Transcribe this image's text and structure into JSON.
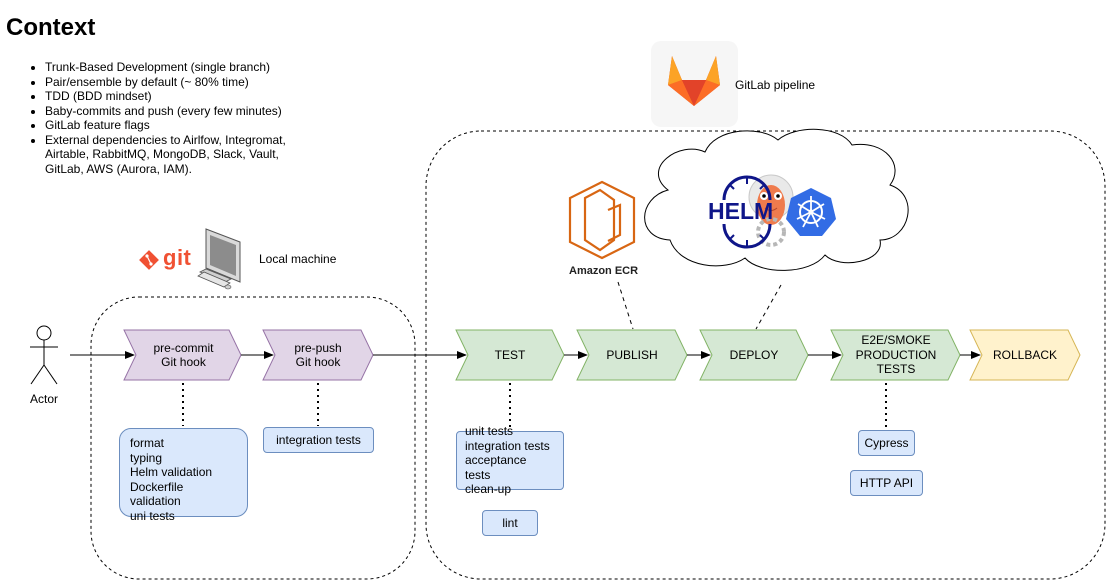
{
  "title": "Context",
  "context_items": [
    "Trunk-Based Development (single branch)",
    "Pair/ensemble by default (~ 80% time)",
    "TDD (BDD mindset)",
    "Baby-commits and push (every few minutes)",
    "GitLab feature flags",
    "External dependencies to Airlfow, Integromat, Airtable, RabbitMQ, MongoDB, Slack, Vault, GitLab, AWS (Aurora, IAM)."
  ],
  "actor_label": "Actor",
  "local_machine_label": "Local machine",
  "git_logo_text": "git",
  "gitlab_label": "GitLab pipeline",
  "ecr_label": "Amazon ECR",
  "helm_text": "HELM",
  "colors": {
    "purple_fill": "#e1d5e7",
    "purple_stroke": "#9673a6",
    "green_fill": "#d5e8d4",
    "green_stroke": "#82b366",
    "yellow_fill": "#fff2cc",
    "yellow_stroke": "#d6b656",
    "blue_fill": "#dae8fc",
    "blue_stroke": "#6c8ebf",
    "gitlab_orange": "#e24329",
    "git_red": "#f05133",
    "ecr_orange": "#d86613",
    "k8s_blue": "#326ce5",
    "helm_navy": "#0f1689"
  },
  "steps": {
    "precommit": "pre-commit\nGit hook",
    "prepush": "pre-push\nGit hook",
    "test": "TEST",
    "publish": "PUBLISH",
    "deploy": "DEPLOY",
    "e2e": "E2E/SMOKE\nPRODUCTION\nTESTS",
    "rollback": "ROLLBACK"
  },
  "notes": {
    "precommit": "format\ntyping\nHelm validation\nDockerfile validation\nuni tests",
    "prepush": "integration tests",
    "test": "unit tests\nintegration tests\nacceptance tests\nclean-up",
    "lint": "lint",
    "cypress": "Cypress",
    "http_api": "HTTP API"
  }
}
